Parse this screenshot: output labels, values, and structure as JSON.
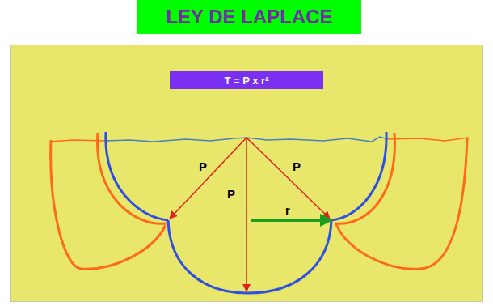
{
  "diagram": {
    "title": "LEY DE LAPLACE",
    "nodes": [
      {
        "text": [
          "T = P x r²"
        ]
      }
    ],
    "labels": [
      "P",
      "P",
      "P",
      "r"
    ]
  }
}
